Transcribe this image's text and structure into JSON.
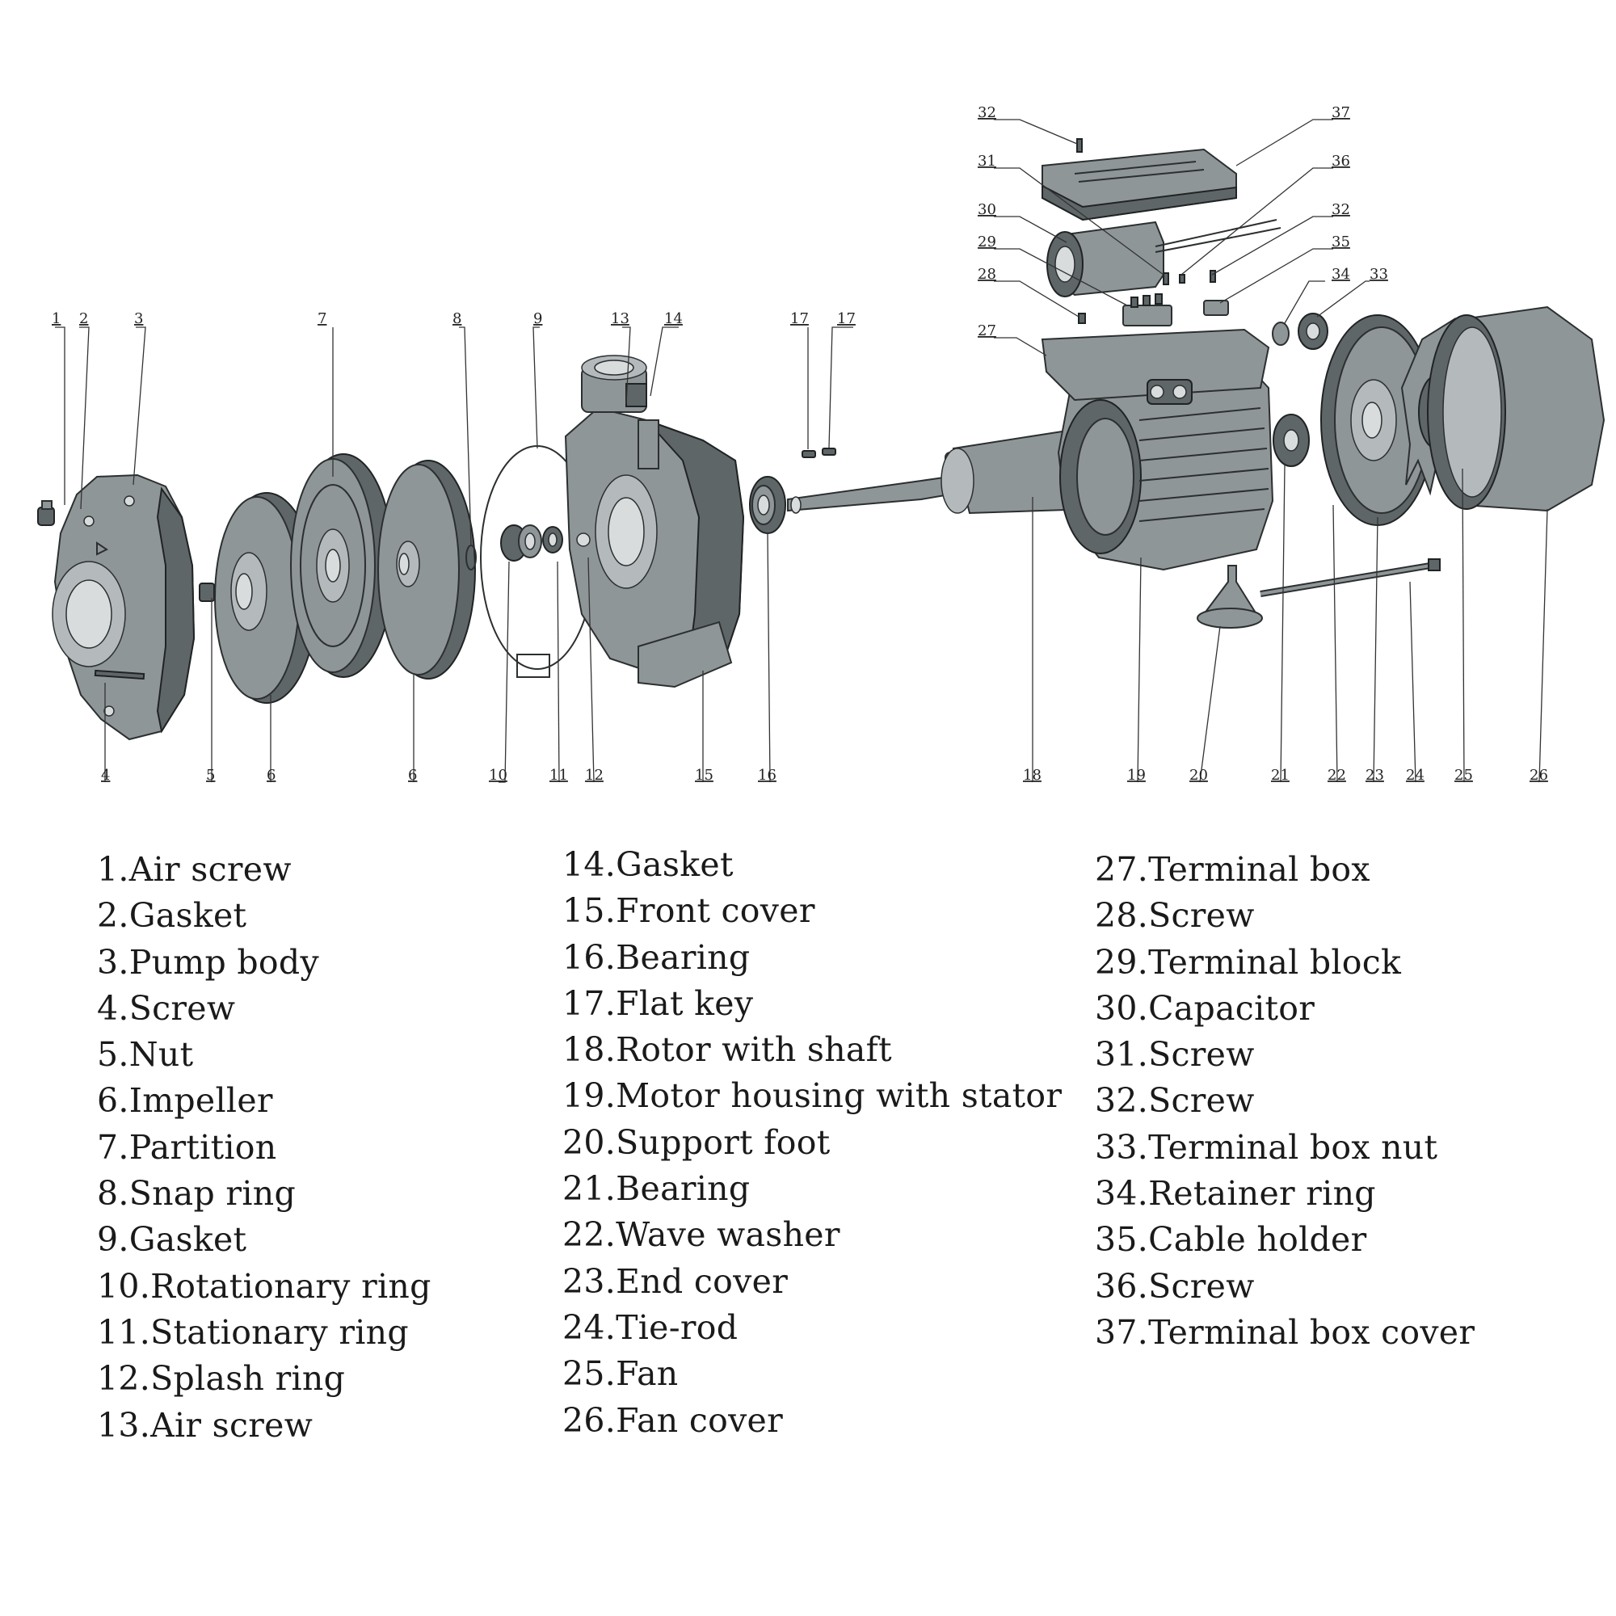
{
  "diagram": {
    "labels": {
      "l1": "1",
      "l2": "2",
      "l3": "3",
      "l4": "4",
      "l5": "5",
      "l6a": "6",
      "l6b": "6",
      "l7": "7",
      "l8": "8",
      "l9": "9",
      "l10": "10",
      "l11": "11",
      "l12": "12",
      "l13": "13",
      "l14": "14",
      "l15": "15",
      "l16": "16",
      "l17a": "17",
      "l17b": "17",
      "l18": "18",
      "l19": "19",
      "l20": "20",
      "l21": "21",
      "l22": "22",
      "l23": "23",
      "l24": "24",
      "l25": "25",
      "l26": "26",
      "l27": "27",
      "l28": "28",
      "l29": "29",
      "l30": "30",
      "l31": "31",
      "l32a": "32",
      "l32b": "32",
      "l33": "33",
      "l34": "34",
      "l35": "35",
      "l36": "36",
      "l37": "37"
    }
  },
  "legend": {
    "column_1": [
      "1.Air screw",
      "2.Gasket",
      "3.Pump body",
      "4.Screw",
      "5.Nut",
      "6.Impeller",
      "7.Partition",
      "8.Snap ring",
      "9.Gasket",
      "10.Rotationary ring",
      "11.Stationary ring",
      "12.Splash ring",
      "13.Air screw"
    ],
    "column_2": [
      "14.Gasket",
      "15.Front cover",
      "16.Bearing",
      "17.Flat key",
      "18.Rotor with shaft",
      "19.Motor housing with stator",
      "20.Support foot",
      "21.Bearing",
      "22.Wave washer",
      "23.End cover",
      "24.Tie-rod",
      "25.Fan",
      "26.Fan cover"
    ],
    "column_3": [
      "27.Terminal box",
      "28.Screw",
      "29.Terminal block",
      "30.Capacitor",
      "31.Screw",
      "32.Screw",
      "33.Terminal box nut",
      "34.Retainer ring",
      "35.Cable holder",
      "36.Screw",
      "37.Terminal box cover"
    ]
  }
}
